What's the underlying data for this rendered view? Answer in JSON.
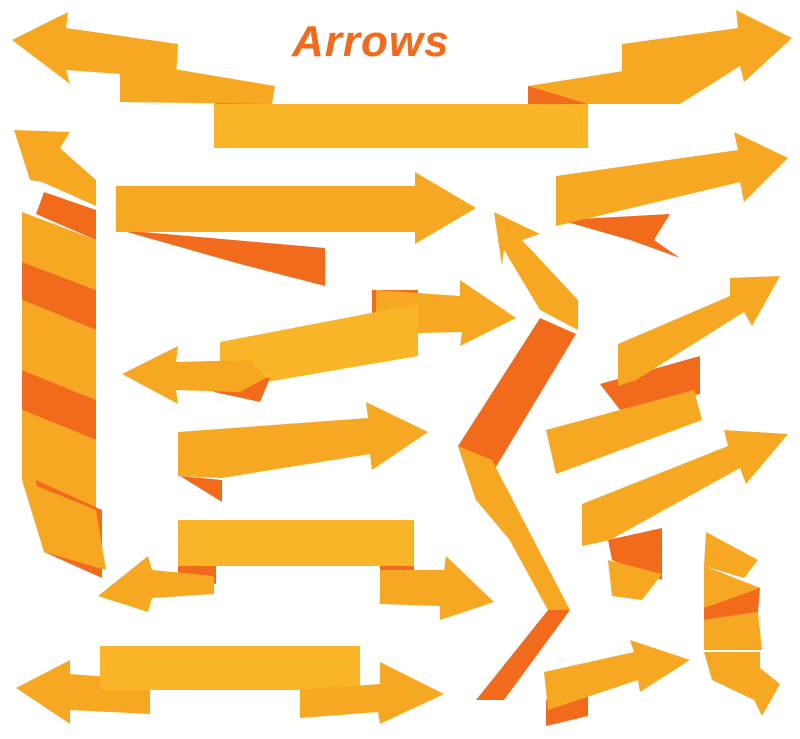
{
  "title": "Arrows",
  "colors": {
    "face": "#f7a823",
    "face_light": "#f9b427",
    "fold": "#f26a1b",
    "title": "#f26a1b",
    "background": "#ffffff"
  },
  "arrows": [
    {
      "name": "banner-double-arrow-top"
    },
    {
      "name": "zigzag-ribbon-arrow-left-vertical"
    },
    {
      "name": "straight-ribbon-arrow-right-1"
    },
    {
      "name": "folded-ribbon-arrow-right-top"
    },
    {
      "name": "zigzag-ribbon-arrow-center-vertical"
    },
    {
      "name": "twisted-ribbon-arrow-left-and-right"
    },
    {
      "name": "ribbon-arrow-right-up"
    },
    {
      "name": "ribbon-arrow-right-2"
    },
    {
      "name": "ribbon-arrow-right-up-2"
    },
    {
      "name": "banner-double-arrow-middle"
    },
    {
      "name": "banner-double-arrow-bottom"
    },
    {
      "name": "zigzag-ribbon-arrow-down-right"
    },
    {
      "name": "small-ribbon-arrow-right-bottom"
    }
  ]
}
